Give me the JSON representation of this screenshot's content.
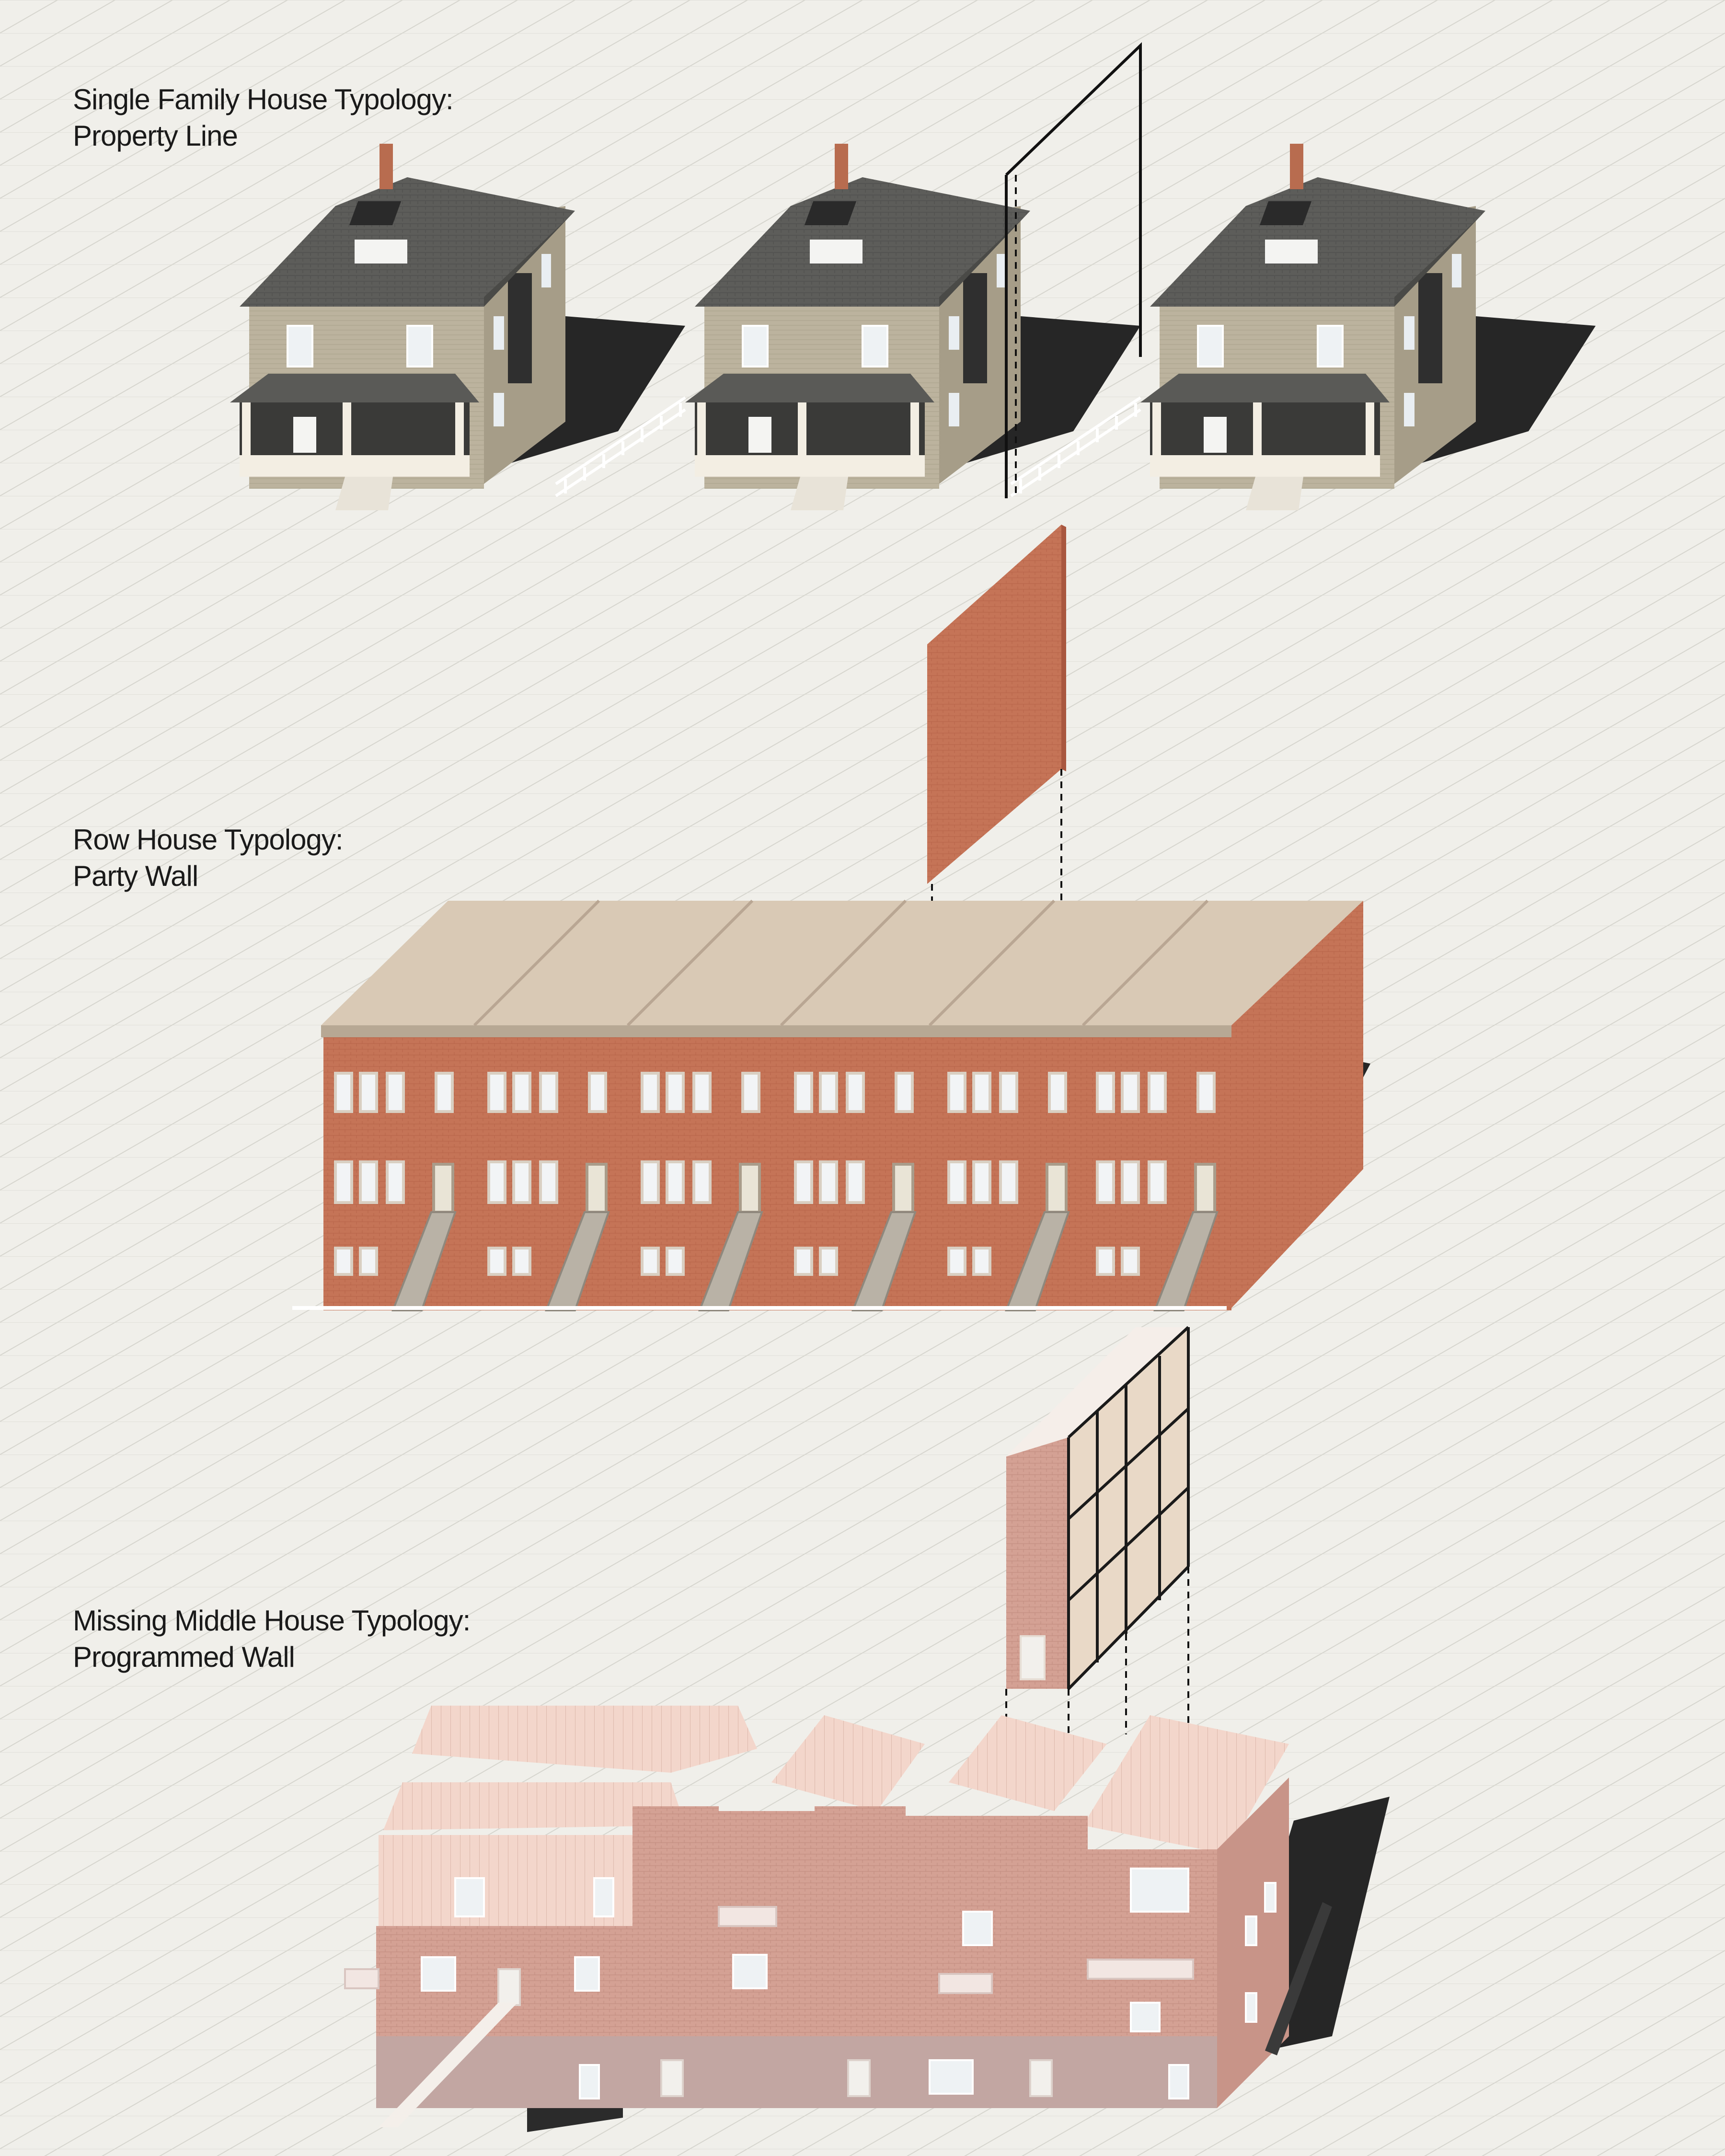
{
  "sections": [
    {
      "id": "single-family",
      "title_line1": "Single Family House Typology:",
      "title_line2": "Property Line"
    },
    {
      "id": "row-house",
      "title_line1": "Row House Typology:",
      "title_line2": "Party Wall"
    },
    {
      "id": "missing-middle",
      "title_line1": "Missing Middle House Typology:",
      "title_line2": "Programmed Wall"
    }
  ],
  "colors": {
    "background": "#f0efea",
    "grid_line": "#d4d3cc",
    "house_roof": "#5a5a57",
    "house_siding": "#b9b09a",
    "porch_trim": "#f3eee3",
    "brick": "#c7765a",
    "row_roof": "#d9c9b5",
    "pink_brick": "#d6a497",
    "metal_roof": "#f1d3c8",
    "shadow": "#262626",
    "line": "#111111"
  }
}
